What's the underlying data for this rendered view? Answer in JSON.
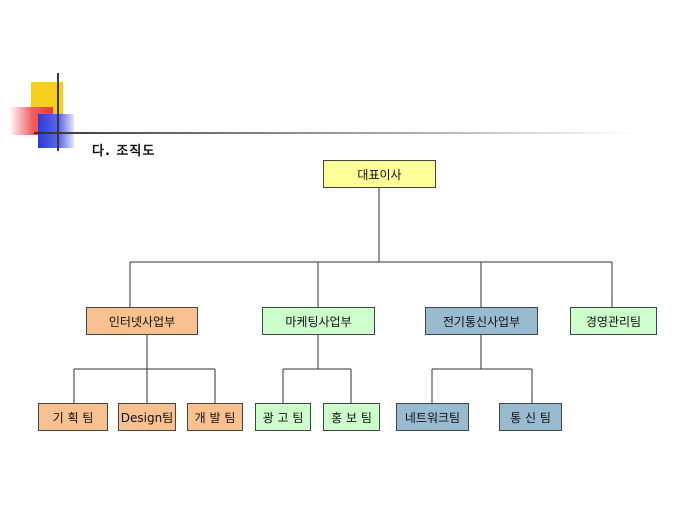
{
  "title": "다. 조직도",
  "colors": {
    "ceo": "#ffff99",
    "internet": "#f9c090",
    "marketing": "#ccffcc",
    "telecom": "#99bbd0",
    "management": "#ccffcc"
  },
  "org": {
    "ceo": "대표이사",
    "divisions": {
      "internet": "인터넷사업부",
      "marketing": "마케팅사업부",
      "telecom": "전기통신사업부",
      "management": "경영관리팀"
    },
    "teams": {
      "planning": "기 획 팀",
      "design": "Design팀",
      "development": "개 발 팀",
      "advertising": "광 고 팀",
      "pr": "홍 보 팀",
      "network": "네트워크팀",
      "communication": "통 신 팀"
    }
  }
}
